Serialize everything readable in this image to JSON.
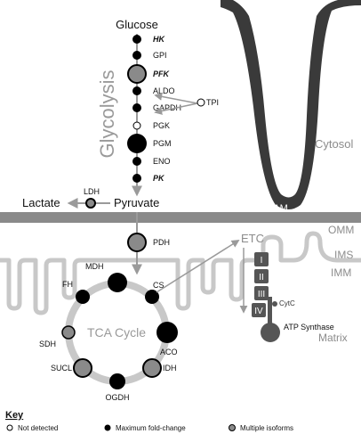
{
  "labels": {
    "glucose": "Glucose",
    "glycolysis": "Glycolysis",
    "lactate": "Lactate",
    "pyruvate": "Pyruvate",
    "ldh": "LDH",
    "tpi": "TPI",
    "mam": "MAM",
    "cytosol": "Cytosol",
    "omm": "OMM",
    "ims": "IMS",
    "imm": "IMM",
    "matrix": "Matrix",
    "etc": "ETC",
    "cytc": "CytC",
    "atp_synthase": "ATP Synthase",
    "pdh": "PDH",
    "tca_cycle": "TCA Cycle"
  },
  "glycolysis_enzymes": [
    {
      "name": "HK",
      "status": "max",
      "emphasis": true
    },
    {
      "name": "GPI",
      "status": "max",
      "emphasis": false
    },
    {
      "name": "PFK",
      "status": "multi",
      "emphasis": true
    },
    {
      "name": "ALDO",
      "status": "max",
      "emphasis": false
    },
    {
      "name": "GAPDH",
      "status": "max",
      "emphasis": false
    },
    {
      "name": "PGK",
      "status": "none",
      "emphasis": false
    },
    {
      "name": "PGM",
      "status": "max",
      "emphasis": false
    },
    {
      "name": "ENO",
      "status": "max",
      "emphasis": false
    },
    {
      "name": "PK",
      "status": "max",
      "emphasis": true
    }
  ],
  "tca_enzymes": [
    {
      "name": "CS",
      "status": "max"
    },
    {
      "name": "ACO",
      "status": "max"
    },
    {
      "name": "IDH",
      "status": "multi"
    },
    {
      "name": "OGDH",
      "status": "max"
    },
    {
      "name": "SUCL",
      "status": "multi"
    },
    {
      "name": "SDH",
      "status": "multi"
    },
    {
      "name": "FH",
      "status": "max"
    },
    {
      "name": "MDH",
      "status": "max"
    }
  ],
  "etc_complexes": [
    "I",
    "II",
    "III",
    "IV"
  ],
  "key": {
    "title": "Key",
    "items": [
      {
        "label": "Not detected",
        "status": "none"
      },
      {
        "label": "Maximum fold-change",
        "status": "max"
      },
      {
        "label": "Multiple isoforms",
        "status": "multi"
      }
    ]
  },
  "colors": {
    "membrane_dark": "#3a3a3a",
    "omm": "#8a8a8a",
    "imm": "#c8c8c8",
    "arrow": "#9a9a9a",
    "node_max": "#000000",
    "node_multi": "#8a8a8a",
    "node_none": "#ffffff",
    "label_grey": "#8c8c8c"
  }
}
